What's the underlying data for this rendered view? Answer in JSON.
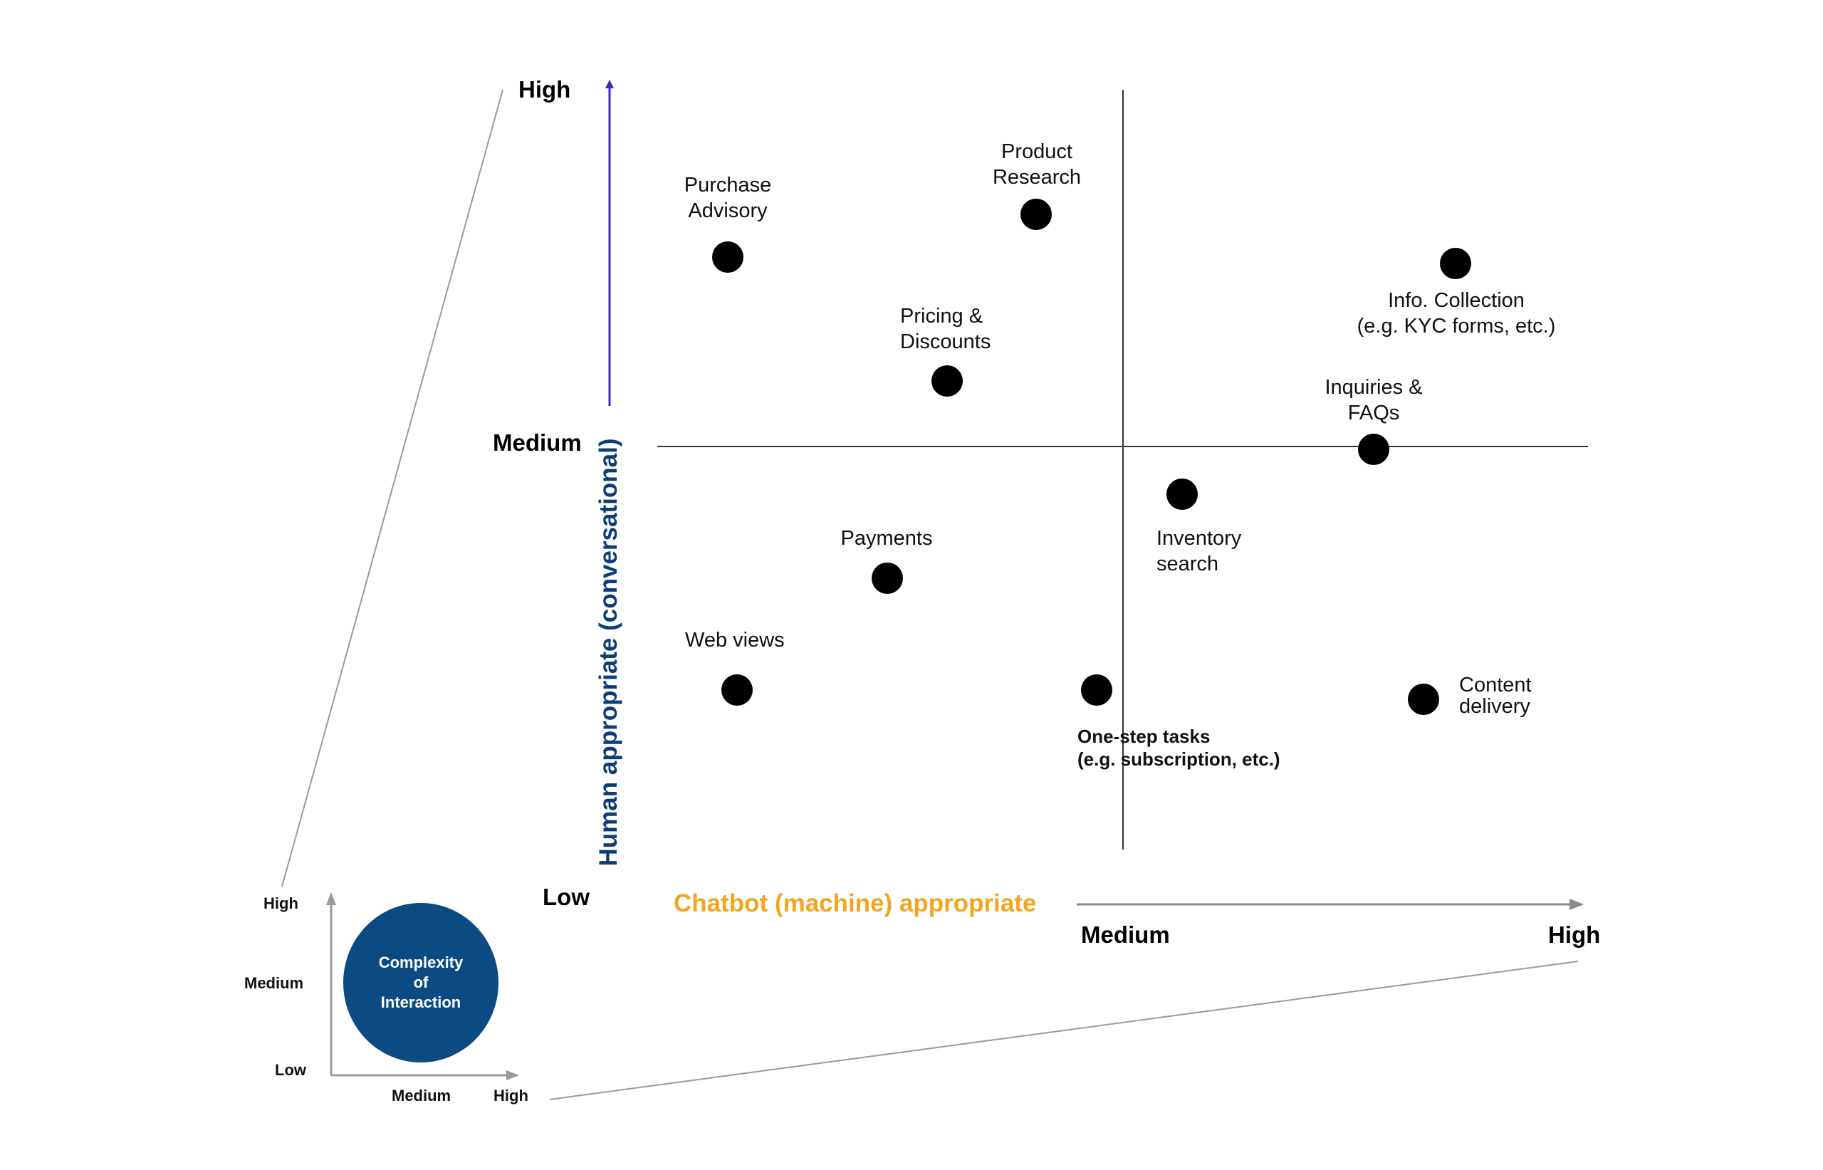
{
  "colors": {
    "human_axis": "#0b3d7a",
    "chatbot_axis": "#f2a51e",
    "bubble": "#0b4b82",
    "dot": "#000000",
    "quadrant_line": "#333333",
    "guide_line": "#9a9a9a"
  },
  "y_axis": {
    "title": "Human appropriate (conversational)",
    "high": "High",
    "medium": "Medium",
    "low": "Low"
  },
  "x_axis": {
    "title": "Chatbot (machine) appropriate",
    "medium": "Medium",
    "high": "High"
  },
  "points": {
    "purchase_advisory": {
      "line1": "Purchase",
      "line2": "Advisory"
    },
    "product_research": {
      "line1": "Product",
      "line2": "Research"
    },
    "pricing_discounts": {
      "line1": "Pricing &",
      "line2": "Discounts"
    },
    "info_collection": {
      "line1": "Info. Collection",
      "line2": "(e.g. KYC forms, etc.)"
    },
    "inquiries_faqs": {
      "line1": "Inquiries &",
      "line2": "FAQs"
    },
    "inventory_search": {
      "line1": "Inventory",
      "line2": "search"
    },
    "payments": {
      "line1": "Payments"
    },
    "web_views": {
      "line1": "Web views"
    },
    "one_step_tasks": {
      "line1": "One-step tasks",
      "line2": "(e.g. subscription, etc.)"
    },
    "content_delivery": {
      "line1": "Content",
      "line2": "delivery"
    }
  },
  "complexity_legend": {
    "line1": "Complexity",
    "line2": "of",
    "line3": "Interaction",
    "y_high": "High",
    "y_medium": "Medium",
    "y_low": "Low",
    "x_medium": "Medium",
    "x_high": "High"
  }
}
